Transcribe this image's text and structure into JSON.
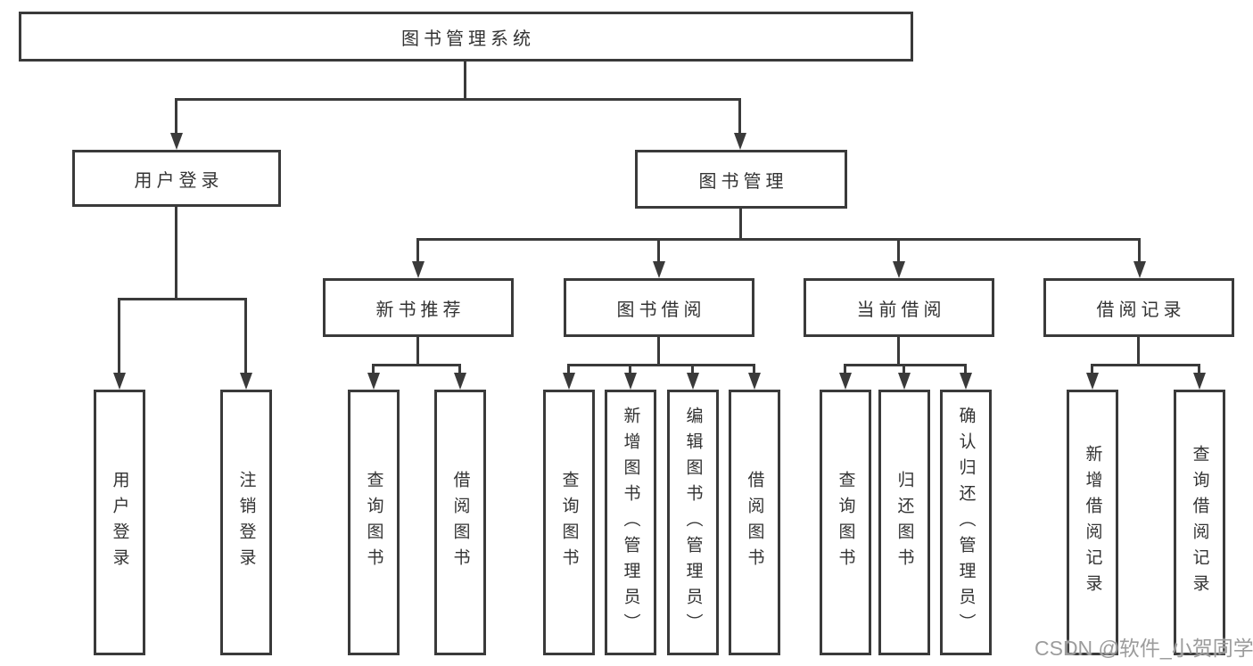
{
  "diagram": {
    "root": "图书管理系统",
    "level2": {
      "user_login": "用户登录",
      "book_mgmt": "图书管理"
    },
    "level3": {
      "new_books": "新书推荐",
      "book_borrow": "图书借阅",
      "current_borrow": "当前借阅",
      "borrow_records": "借阅记录"
    },
    "leaves": {
      "user_login": "用户登录",
      "logout": "注销登录",
      "nb_query": "查询图书",
      "nb_borrow": "借阅图书",
      "bb_query": "查询图书",
      "bb_add": "新增图书（管理员）",
      "bb_edit": "编辑图书（管理员）",
      "bb_borrow": "借阅图书",
      "cb_query": "查询图书",
      "cb_return": "归还图书",
      "cb_confirm": "确认归还（管理员）",
      "br_add": "新增借阅记录",
      "br_query": "查询借阅记录"
    }
  },
  "watermark": "CSDN @软件_小贺同学",
  "colors": {
    "line": "#3a3a3a",
    "text": "#333333",
    "watermark": "#9c9c9c",
    "background": "#ffffff"
  }
}
